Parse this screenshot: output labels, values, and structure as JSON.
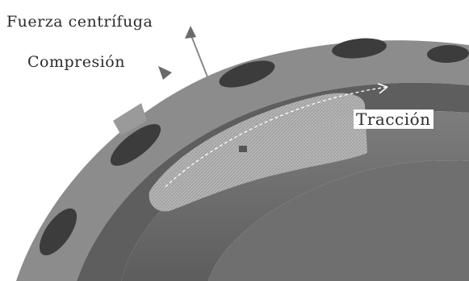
{
  "labels": {
    "fuerza_centrifuga": "Fuerza centrífuga",
    "compresion": "Compresión",
    "traccion": "Tracción"
  },
  "colors": {
    "ring_top": "#8a8a8a",
    "ring_side": "#6a6a6a",
    "ring_dark": "#4a4a4a",
    "slot": "#3a3a3a",
    "hatched_region": "#b0b0b0",
    "arrow": "#7a7a7a",
    "background": "#ffffff"
  },
  "icons": {
    "force_arrow": "arrow-up-right-icon",
    "tension_arrow": "dashed-arrow-icon"
  }
}
